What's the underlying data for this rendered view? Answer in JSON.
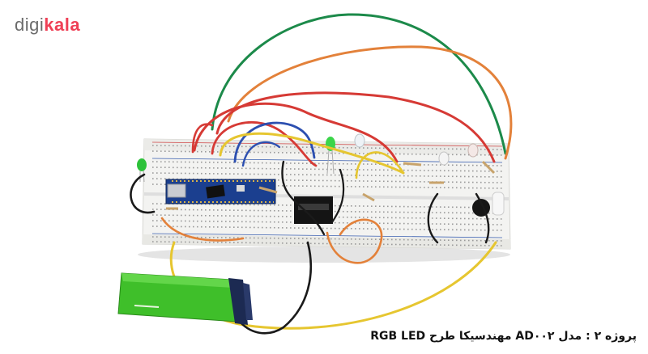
{
  "logo": {
    "part1": "digi",
    "part2": "kala"
  },
  "caption": "پروژه ۲ : مدل AD۰۰۲ مهندسیکا طرح RGB LED",
  "colors": {
    "brand_red": "#ef4056",
    "brand_gray": "#6b6b6b",
    "board": "#f2f2f0",
    "pcb_blue": "#1b3f8f",
    "battery_green": "#3fbf2a",
    "wire_green": "#1c8a4a",
    "wire_orange": "#e3813a",
    "wire_red": "#d63a35",
    "wire_yellow": "#e6c630",
    "wire_blue": "#2c4fb0",
    "wire_black": "#1a1a1a"
  }
}
